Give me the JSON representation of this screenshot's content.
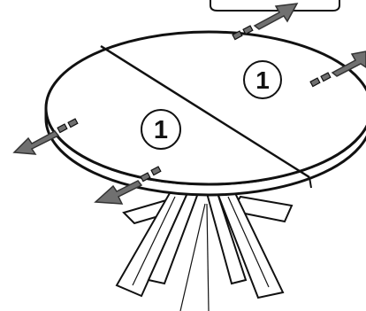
{
  "diagram": {
    "panels": [
      {
        "label": "1"
      },
      {
        "label": "1"
      }
    ],
    "arrows": [
      {
        "direction": "right-up",
        "meaning": "pull-apart"
      },
      {
        "direction": "right-up",
        "meaning": "pull-apart"
      },
      {
        "direction": "left-down",
        "meaning": "pull-apart"
      },
      {
        "direction": "left-down",
        "meaning": "pull-apart"
      }
    ],
    "colors": {
      "line": "#111111",
      "arrow_fill": "#707070",
      "background": "#ffffff"
    }
  }
}
